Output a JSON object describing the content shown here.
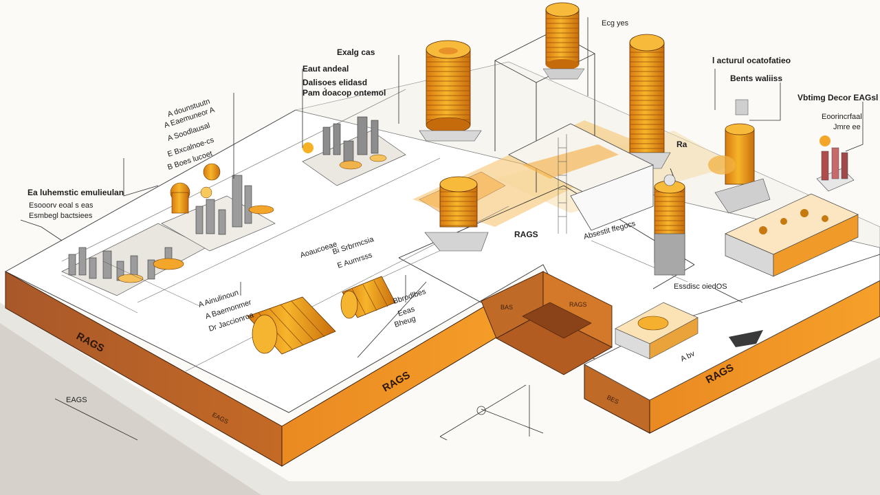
{
  "colors": {
    "accent": "#f39a1e",
    "wall_dark": "#b8642a",
    "wall_mid": "#de7f22",
    "gold": "#f6b127",
    "ink": "#1c1c1c"
  },
  "labels": {
    "top_center": "Exalg cas",
    "top_right_short": "Ecg yes",
    "right_top": "l acturul ocatofatieo",
    "right_sub": "Bents waliiss",
    "right_mid": "Vbtimg Decor EAGsl",
    "right_mid2": "Eoorincrfaal",
    "right_mid3": "Jmre ee",
    "left_header_1": "Eaut andeal",
    "left_header_2": "Dalisoes elidasd",
    "left_header_3": "Pam d́oacop ontemol",
    "left_col_1": "A dounstuutn",
    "left_col_2": "A Eaemuneor A",
    "left_col_3": "A Soodlausal",
    "left_col_4": "E Bxcalnoe-cs",
    "left_col_5": "B Boes lucoet",
    "far_left_1": "Ea luhemstic emulieulan",
    "far_left_2": "Esooorv eoal s eas",
    "far_left_3": "Esmbegl  bactsiees",
    "mid_1": "Aoaucoeae",
    "mid_2": "Bi Srbrmcsia",
    "mid_3": "E Aumrsss",
    "lower_1": "A Ainulinoun",
    "lower_2": "A Baemonmer",
    "lower_3": "Dr Jaccionroa",
    "lower_4": "Bbrodlbes",
    "lower_5": "Eeas",
    "lower_6": "Bheug",
    "rags_center": "RAGS",
    "shore_1": "Essdisc oiedOS",
    "shore_2": "Absestit ffegocs",
    "bottom_left": "EAGS",
    "tank_mark": "Ra"
  },
  "walls": {
    "left": "RAGS",
    "left_small": "EAGS",
    "center": "RAGS",
    "center_small": "RAGS",
    "center_right": "BAS",
    "right": "RAGS",
    "right_small": "BES",
    "platform_right": "A bv"
  }
}
